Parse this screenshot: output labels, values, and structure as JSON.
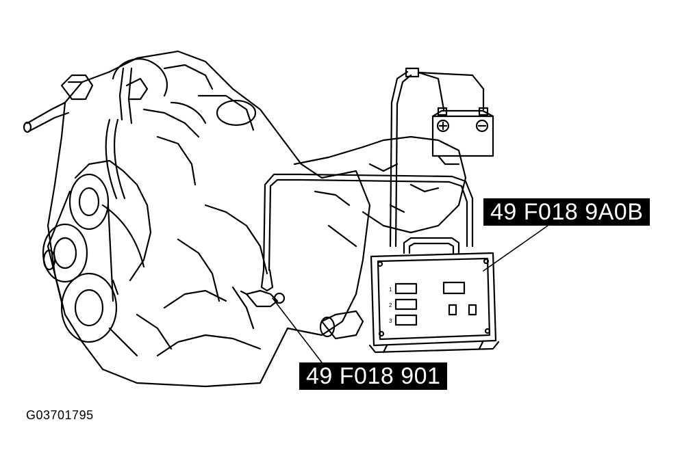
{
  "labels": {
    "tester": "49 F018 9A0B",
    "adapter": "49 F018 901"
  },
  "figure_id": "G03701795",
  "tester_panel": {
    "row_numbers": [
      "1",
      "2",
      "3"
    ]
  },
  "battery": {
    "positive_symbol": "+",
    "negative_symbol": "−"
  },
  "colors": {
    "ink": "#000000",
    "paper": "#ffffff"
  }
}
